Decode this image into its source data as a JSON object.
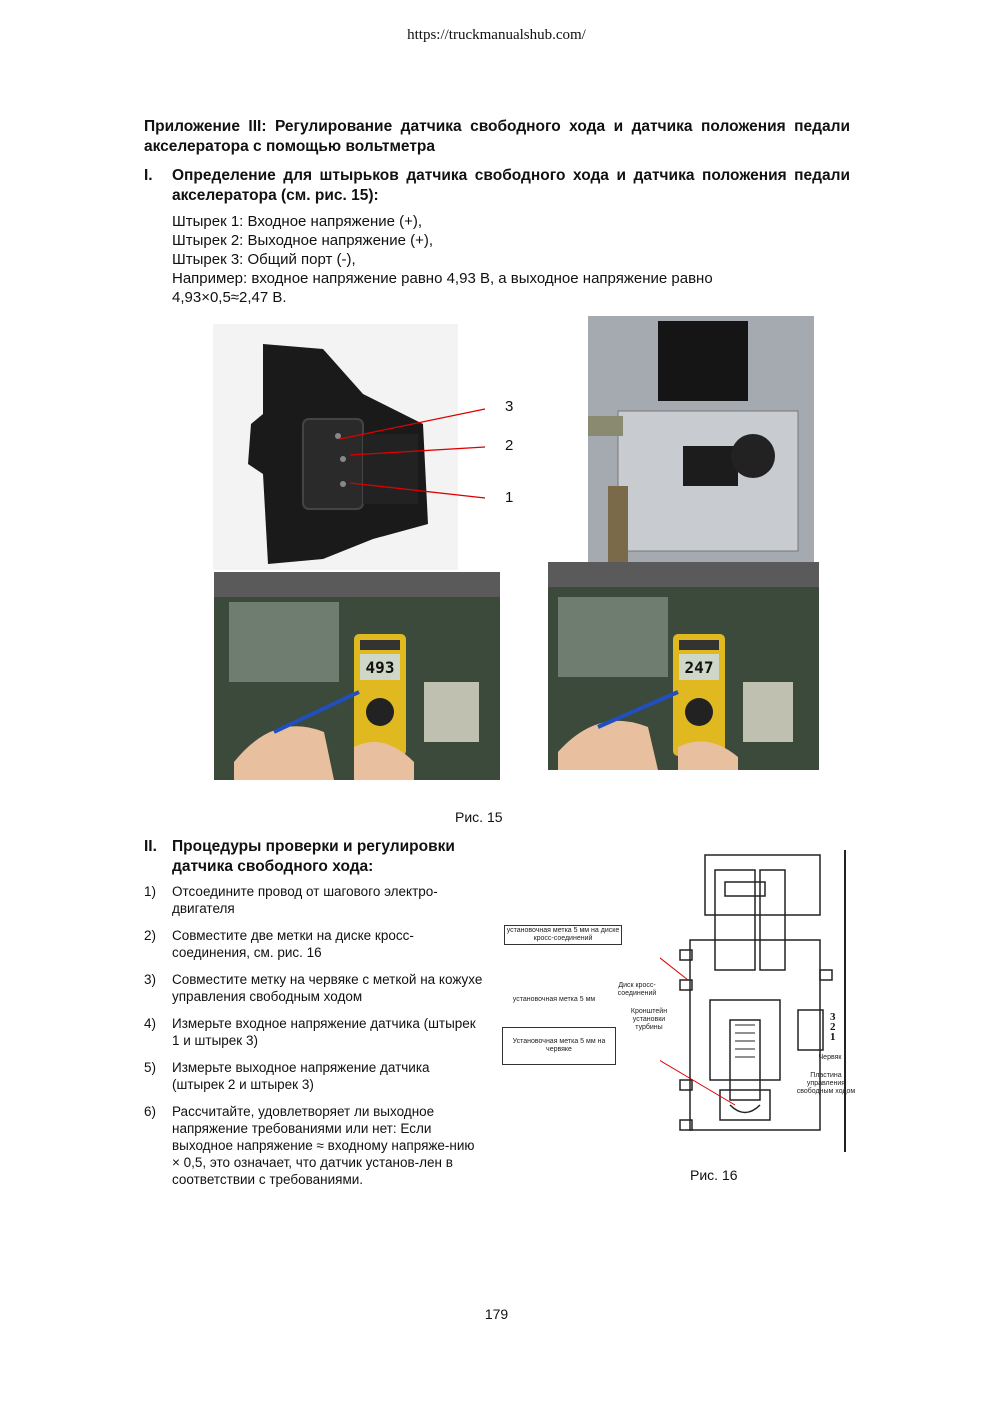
{
  "header": {
    "url": "https://truckmanualshub.com/"
  },
  "appendix_title": "Приложение III: Регулирование датчика свободного хода и датчика положения педали акселератора с помощью вольтметра",
  "section1": {
    "number": "I.",
    "title": "Определение для штырьков датчика свободного хода и датчика положения педали акселератора (см. рис. 15):",
    "lines": [
      "Штырек 1: Входное напряжение (+),",
      "Штырек 2: Выходное напряжение (+),",
      "Штырек 3: Общий порт (-),",
      "Например: входное напряжение равно 4,93 В, а выходное напряжение равно",
      "4,93×0,5≈2,47 В."
    ]
  },
  "figure15": {
    "pin_labels": [
      "3",
      "2",
      "1"
    ],
    "meter_readings": [
      "493",
      "247"
    ],
    "caption": "Рис. 15"
  },
  "section2": {
    "number": "II.",
    "title": "Процедуры проверки и регулировки датчика свободного хода:",
    "steps": [
      {
        "n": "1)",
        "text": "Отсоедините провод от шагового электро-двигателя"
      },
      {
        "n": "2)",
        "text": "Совместите две метки на диске кросс-соединения, см. рис. 16"
      },
      {
        "n": "3)",
        "text": "Совместите метку на червяке с меткой на кожухе управления свободным ходом"
      },
      {
        "n": "4)",
        "text": "Измерьте входное напряжение датчика (штырек 1 и штырек 3)"
      },
      {
        "n": "5)",
        "text": "Измерьте выходное напряжение датчика (штырек 2 и штырек 3)"
      },
      {
        "n": "6)",
        "text": "Рассчитайте, удовлетворяет ли выходное напряжение требованиями или нет:  Если выходное напряжение ≈ входному напряже-нию × 0,5, это означает, что датчик установ-лен в соответствии с требованиями."
      }
    ]
  },
  "figure16": {
    "labels": {
      "mark_disk": "установочная метка 5 мм на диске кросс-соединений",
      "mark_5mm": "установочная метка 5 мм",
      "mark_worm": "Установочная метка 5 мм на червяке",
      "disk": "Диск кросс-соединений",
      "bracket": "Кронштейн установки турбины",
      "worm": "Червяк",
      "plate": "Пластина управления свободным ходом",
      "pins": [
        "3",
        "2",
        "1"
      ]
    },
    "caption": "Рис. 16"
  },
  "page_number": "179"
}
